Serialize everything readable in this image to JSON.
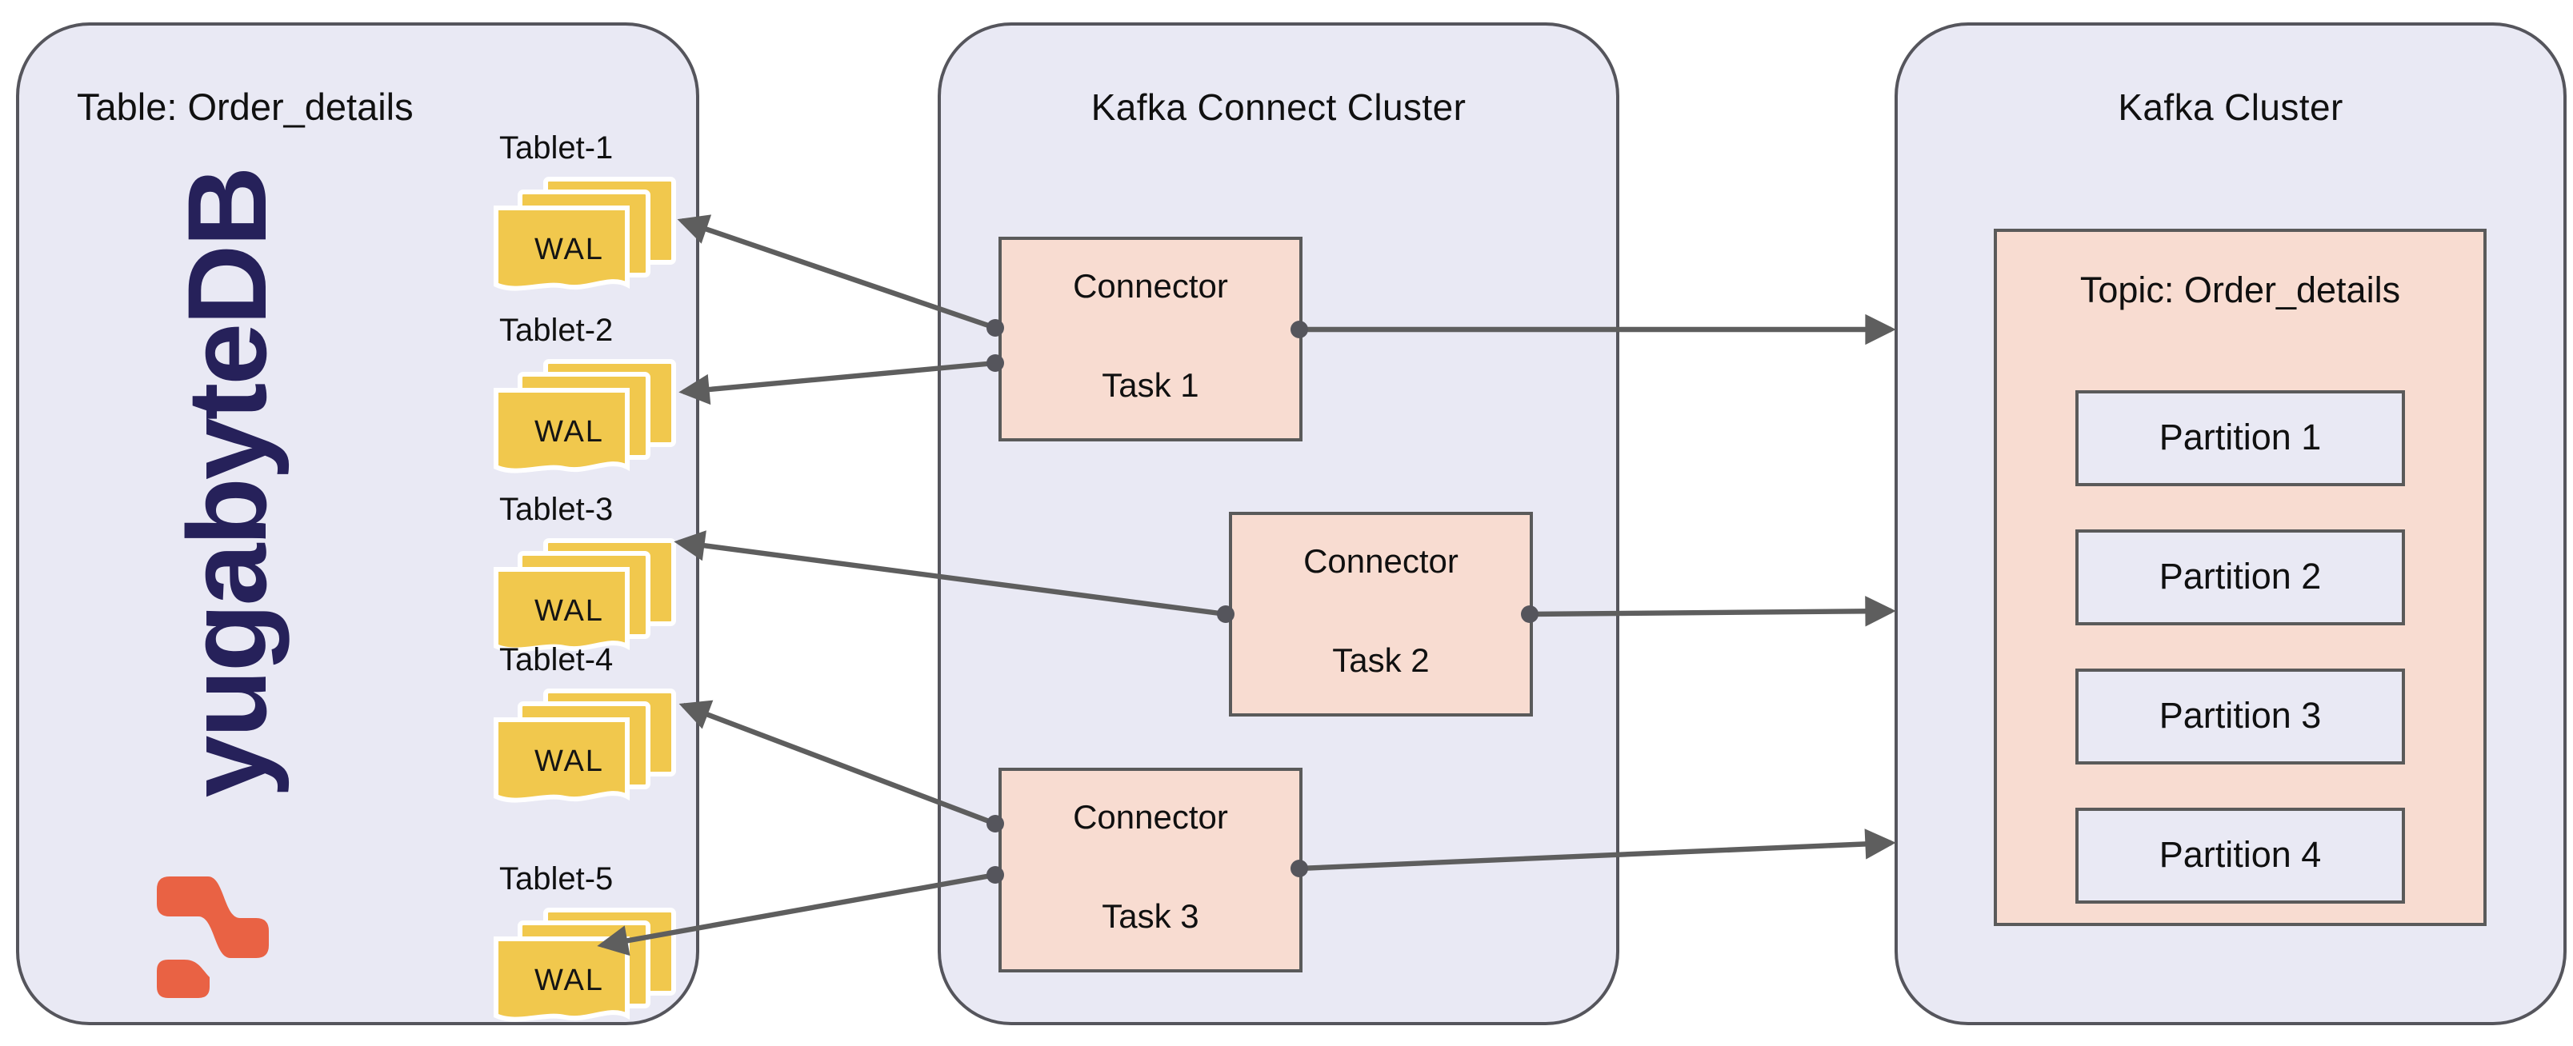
{
  "database": {
    "title": "Table: Order_details",
    "logo_text": "yugabyteDB",
    "tablets": [
      {
        "label": "Tablet-1",
        "wal_label": "WAL"
      },
      {
        "label": "Tablet-2",
        "wal_label": "WAL"
      },
      {
        "label": "Tablet-3",
        "wal_label": "WAL"
      },
      {
        "label": "Tablet-4",
        "wal_label": "WAL"
      },
      {
        "label": "Tablet-5",
        "wal_label": "WAL"
      }
    ]
  },
  "connect_cluster": {
    "title": "Kafka Connect Cluster",
    "tasks": [
      {
        "line1": "Connector",
        "line2": "Task 1"
      },
      {
        "line1": "Connector",
        "line2": "Task 2"
      },
      {
        "line1": "Connector",
        "line2": "Task 3"
      }
    ]
  },
  "kafka_cluster": {
    "title": "Kafka Cluster",
    "topic": {
      "title": "Topic: Order_details",
      "partitions": [
        "Partition 1",
        "Partition 2",
        "Partition 3",
        "Partition 4"
      ]
    }
  },
  "connections": {
    "tablet_to_task": [
      {
        "from": "Tablet-1",
        "to": "Task 1"
      },
      {
        "from": "Tablet-2",
        "to": "Task 1"
      },
      {
        "from": "Tablet-3",
        "to": "Task 2"
      },
      {
        "from": "Tablet-4",
        "to": "Task 3"
      },
      {
        "from": "Tablet-5",
        "to": "Task 3"
      }
    ],
    "task_to_cluster": [
      {
        "from": "Task 1",
        "to": "Kafka Cluster"
      },
      {
        "from": "Task 2",
        "to": "Kafka Cluster"
      },
      {
        "from": "Task 3",
        "to": "Kafka Cluster"
      }
    ]
  },
  "colors": {
    "panel_bg": "#E9E9F4",
    "panel_border": "#55555C",
    "box_bg": "#F8DCD1",
    "box_border": "#5A5A5A",
    "wal_yellow": "#F1C84D",
    "arrow": "#5E5E5E",
    "logo_navy": "#26215A",
    "logo_orange": "#E96244",
    "text": "#101010",
    "page_bg": "#FFFFFF"
  }
}
